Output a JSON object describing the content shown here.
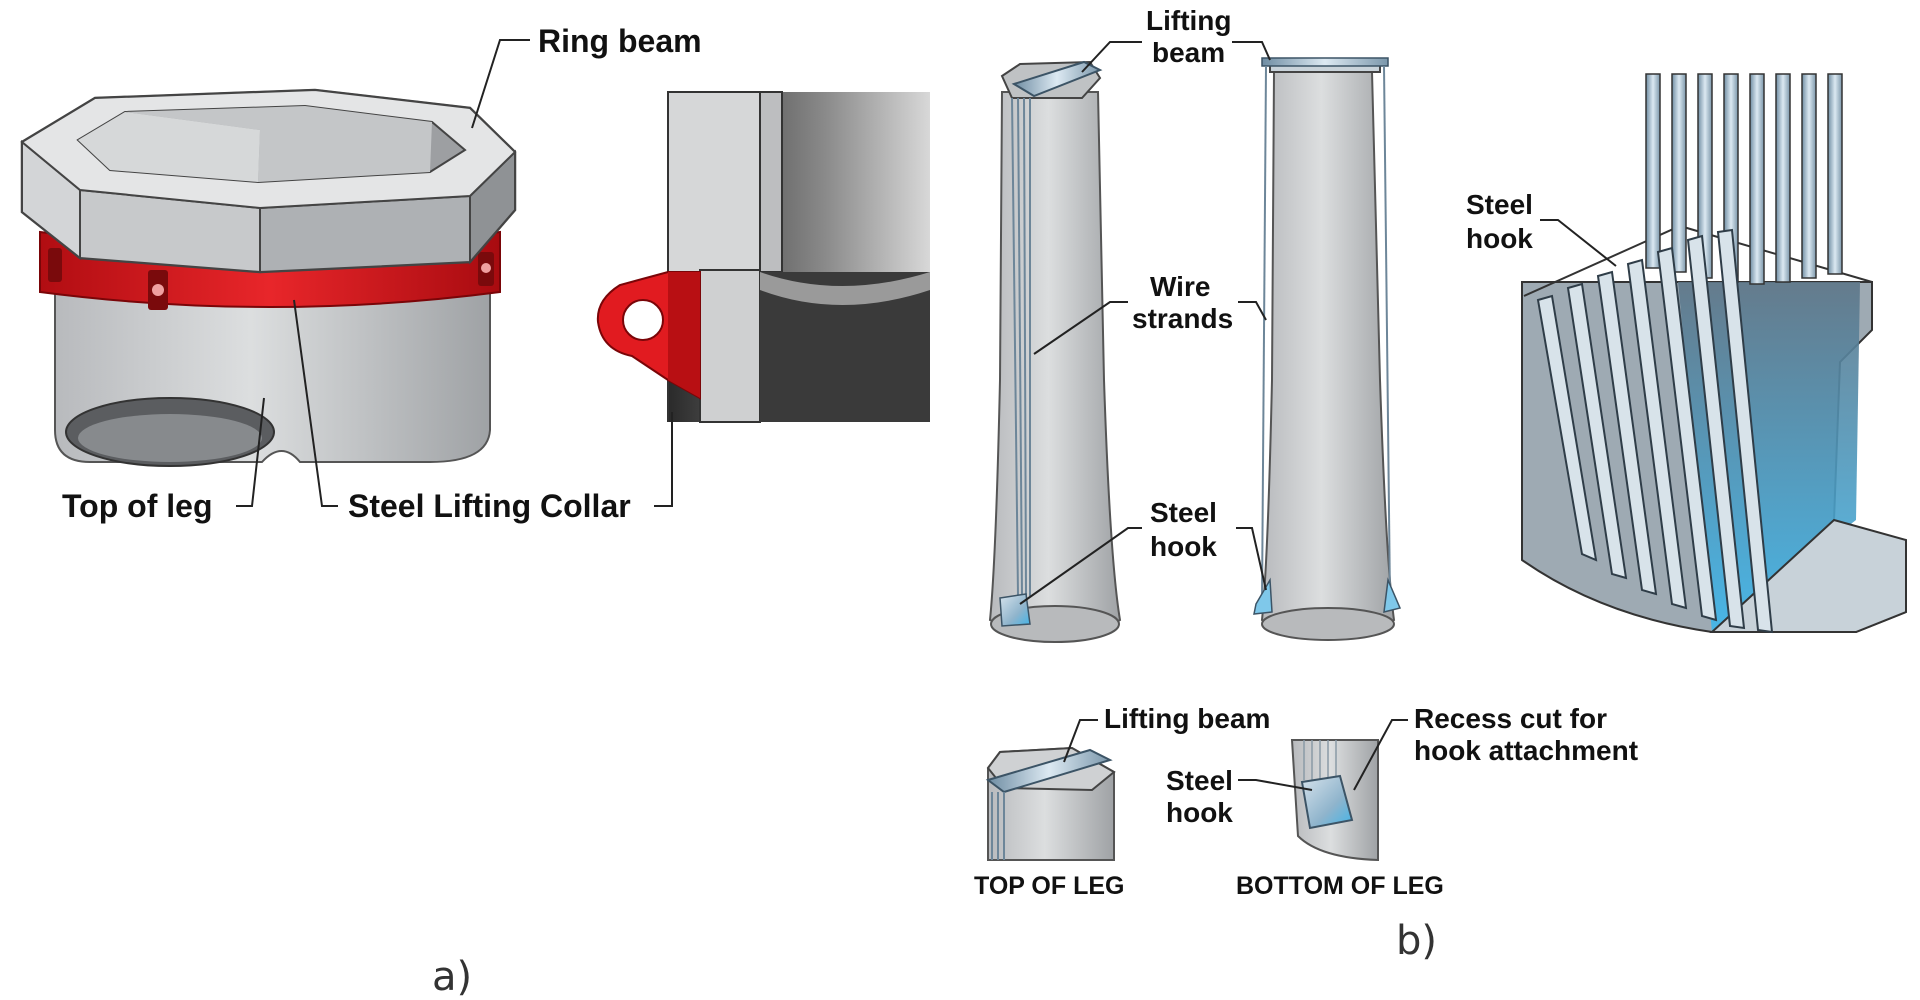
{
  "colors": {
    "collar_red": "#e0161b",
    "concrete": "#c9cbcd",
    "concrete_dark": "#8e9193",
    "steel": "#7f9bb0",
    "steel_light": "#cfe0ec",
    "hook_blue": "#5fc4ee"
  },
  "panel_a": {
    "label_ring_beam": "Ring beam",
    "label_top_of_leg": "Top of leg",
    "label_collar": "Steel Lifting Collar",
    "caption": "a)"
  },
  "panel_b": {
    "lifting_beam_line1": "Lifting",
    "lifting_beam_line2": "beam",
    "wire_strands_line1": "Wire",
    "wire_strands_line2": "strands",
    "steel_hook_line1": "Steel",
    "steel_hook_line2": "hook",
    "detail_steel_hook_line1": "Steel",
    "detail_steel_hook_line2": "hook",
    "inset_lifting_beam": "Lifting beam",
    "inset_steel_hook_line1": "Steel",
    "inset_steel_hook_line2": "hook",
    "recess_line1": "Recess cut for",
    "recess_line2": "hook attachment",
    "top_of_leg": "TOP OF LEG",
    "bottom_of_leg": "BOTTOM OF LEG",
    "caption": "b)"
  }
}
